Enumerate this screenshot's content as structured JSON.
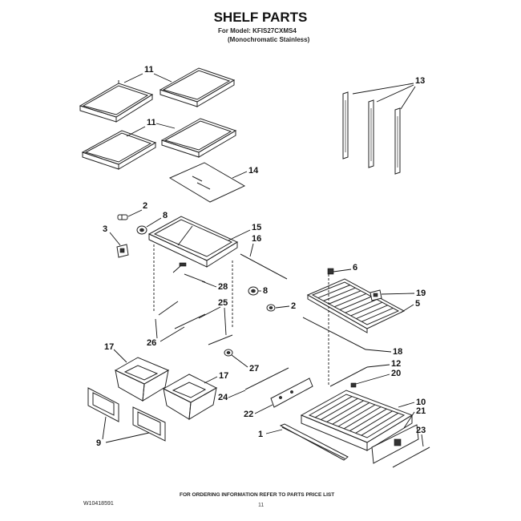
{
  "header": {
    "title": "SHELF PARTS",
    "model_line": "For Model: KFIS27CXMS4",
    "finish_line": "(Monochromatic Stainless)"
  },
  "footer": {
    "ordering_note": "FOR ORDERING INFORMATION REFER TO PARTS PRICE LIST",
    "doc_code": "W10418591",
    "page_number": "11"
  },
  "callouts": {
    "c1": "1",
    "c2a": "2",
    "c2b": "2",
    "c3": "3",
    "c5": "5",
    "c6": "6",
    "c8a": "8",
    "c8b": "8",
    "c9": "9",
    "c10": "10",
    "c11a": "11",
    "c11b": "11",
    "c12": "12",
    "c13": "13",
    "c14": "14",
    "c15": "15",
    "c16": "16",
    "c17a": "17",
    "c17b": "17",
    "c18": "18",
    "c19": "19",
    "c20": "20",
    "c21": "21",
    "c22": "22",
    "c23": "23",
    "c24": "24",
    "c25": "25",
    "c26": "26",
    "c27": "27",
    "c28": "28"
  }
}
